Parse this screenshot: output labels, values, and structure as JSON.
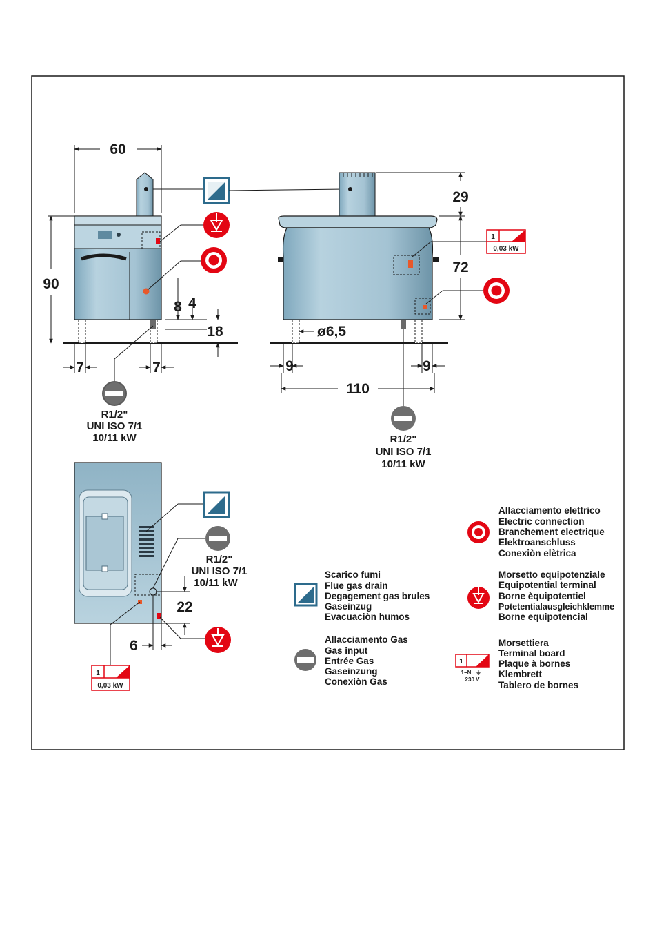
{
  "front_view": {
    "width": "60",
    "height": "90",
    "dim_8": "8",
    "dim_4": "4",
    "dim_18": "18",
    "left_offset": "7",
    "right_offset": "7",
    "gas_thread": "R1/2\"",
    "gas_standard": "UNI ISO 7/1",
    "gas_power": "10/11 kW"
  },
  "side_view": {
    "flue_height": "29",
    "connection_height": "72",
    "hole_diameter": "ø6,5",
    "left_offset": "9",
    "right_offset": "9",
    "depth": "110",
    "gas_thread": "R1/2\"",
    "gas_standard": "UNI ISO 7/1",
    "gas_power": "10/11 kW",
    "terminal_number": "1",
    "terminal_power": "0,03 kW"
  },
  "top_view": {
    "gas_thread": "R1/2\"",
    "gas_standard": "UNI ISO 7/1",
    "gas_power": "10/11 kW",
    "dim_22": "22",
    "dim_6": "6",
    "terminal_number": "1",
    "terminal_power": "0,03 kW"
  },
  "legend": {
    "electric": [
      "Allacciamento elettrico",
      "Electric connection",
      "Branchement electrique",
      "Elektroanschluss",
      "Conexiòn elètrica"
    ],
    "flue": [
      "Scarico fumi",
      "Flue gas drain",
      "Degagement gas brules",
      "Gaseinzug",
      "Evacuaciòn humos"
    ],
    "equipotential": [
      "Morsetto equipotenziale",
      "Equipotential terminal",
      "Borne èquipotentiel",
      "Potetentialausgleichklemme",
      "Borne equipotencial"
    ],
    "gas": [
      "Allacciamento Gas",
      "Gas input",
      "Entrée Gas",
      "Gaseinzung",
      "Conexiòn Gas"
    ],
    "terminal": [
      "Morsettiera",
      "Terminal board",
      "Plaque à bornes",
      "Klembrett",
      "Tablero de bornes"
    ],
    "terminal_icon": {
      "number": "1",
      "voltage_line": "1~N",
      "voltage": "230 V"
    }
  },
  "colors": {
    "accent_red": "#e30613",
    "appliance_blue": "#a9c7d6",
    "icon_blue": "#2d6b8c"
  }
}
